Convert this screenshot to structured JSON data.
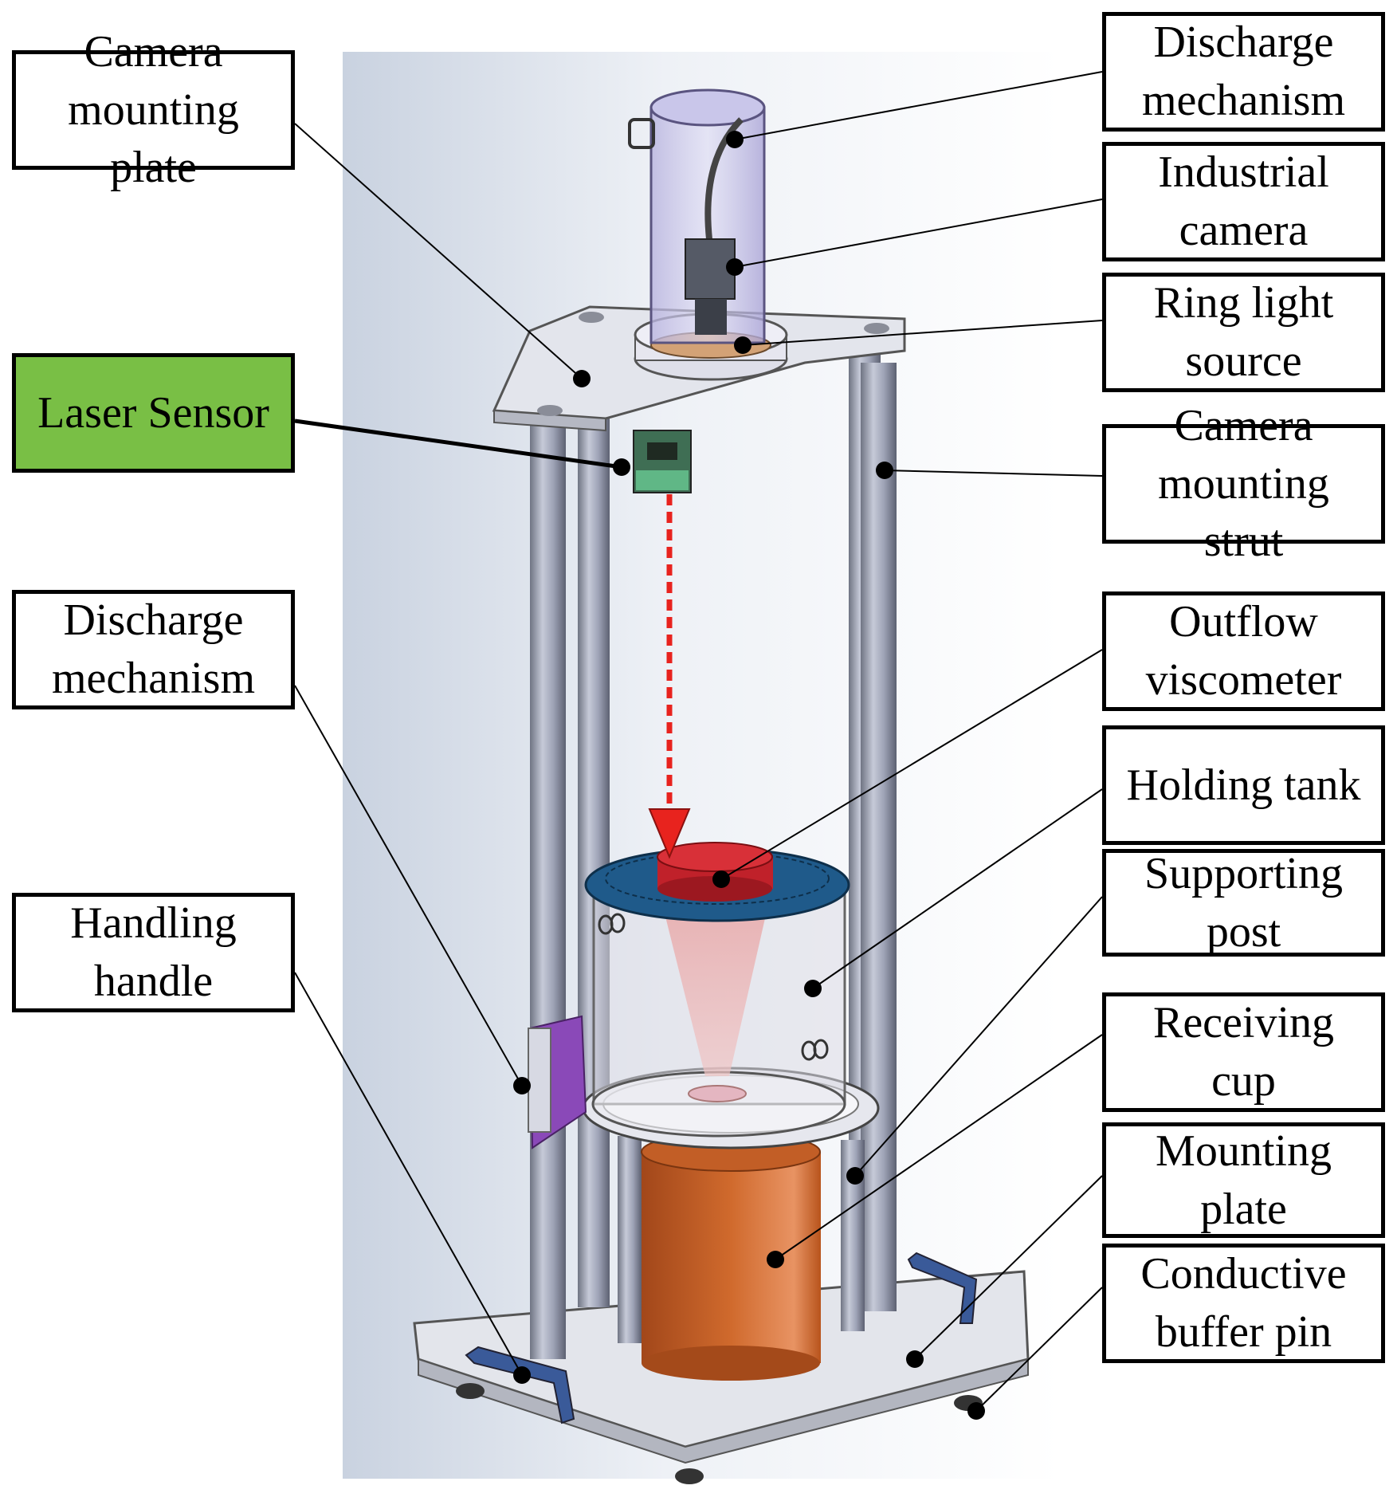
{
  "labels": {
    "camera_mounting_plate": "Camera\nmounting plate",
    "laser_sensor": "Laser Sensor",
    "discharge_mechanism_left": "Discharge\nmechanism",
    "handling_handle": "Handling\nhandle",
    "discharge_mechanism_right": "Discharge\nmechanism",
    "industrial_camera": "Industrial\ncamera",
    "ring_light_source": "Ring light\nsource",
    "camera_mounting_strut": "Camera\nmounting strut",
    "outflow_viscometer": "Outflow\nviscometer",
    "holding_tank": "Holding tank",
    "supporting_post": "Supporting post",
    "receiving_cup": "Receiving cup",
    "mounting_plate": "Mounting plate",
    "conductive_buffer_pin": "Conductive\nbuffer pin"
  },
  "colors": {
    "laser_sensor_box": "#79bf45",
    "laser_beam": "#e8231e",
    "tank_lid": "#1f5a8a",
    "viscometer_cup": "#c0212a",
    "receiving_cup": "#b8541c",
    "handle": "#3a5a99",
    "discharge_bracket": "#8a49b8"
  }
}
